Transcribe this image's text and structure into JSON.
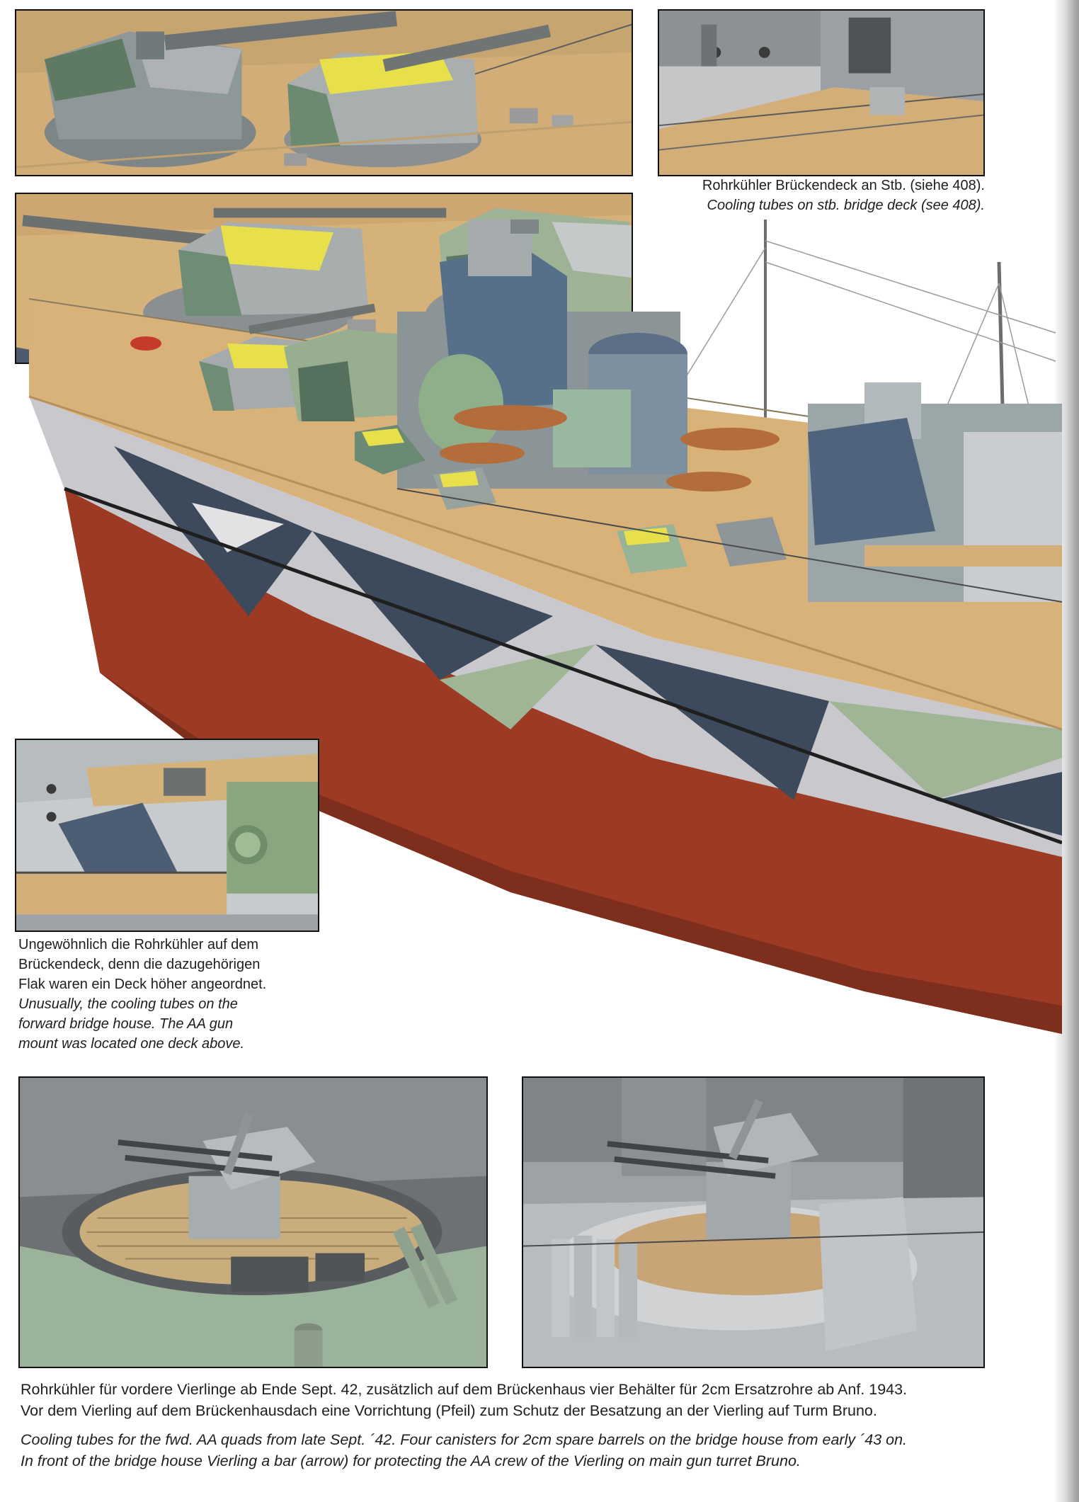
{
  "captions": {
    "bridge_deck": {
      "de": "Rohrkühler Brückendeck an Stb. (siehe 408).",
      "en": "Cooling tubes on stb. bridge deck (see 408)."
    },
    "cooling_tubes_unusual": {
      "de_lines": [
        "Ungewöhnlich die Rohrkühler auf dem",
        "Brückendeck, denn die dazugehörigen",
        "Flak waren ein Deck höher angeordnet."
      ],
      "en_lines": [
        "Unusually, the cooling tubes on the",
        "forward bridge house. The AA gun",
        "mount was located one deck above."
      ]
    },
    "bottom": {
      "de_lines": [
        "Rohrkühler für vordere Vierlinge ab Ende Sept. 42, zusätzlich auf dem Brückenhaus vier Behälter für 2cm Ersatzrohre ab Anf. 1943.",
        "Vor dem Vierling auf dem Brückenhausdach eine Vorrichtung (Pfeil) zum Schutz der Besatzung an der Vierling auf Turm Bruno."
      ],
      "en_lines": [
        "Cooling tubes for the fwd. AA quads from late Sept. ´42. Four canisters for 2cm spare barrels on the bridge house from early ´43 on.",
        "In front of the bridge house Vierling a bar (arrow) for protecting the AA crew of the Vierling on main gun turret Bruno."
      ]
    }
  },
  "colors": {
    "deck": "#d9b27a",
    "hull_red": "#9c3a24",
    "camo_dark": "#3c4a5c",
    "camo_light": "#c9c9cd",
    "camo_green": "#9fb596",
    "turret_yellow": "#e8e04a"
  }
}
